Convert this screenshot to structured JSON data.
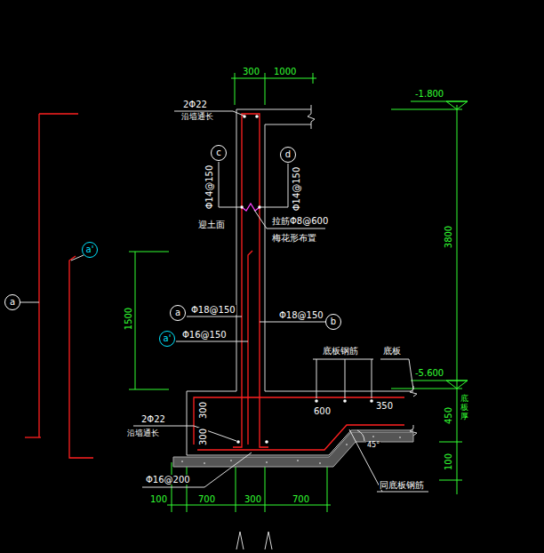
{
  "diagram": {
    "nodes": [
      {
        "text": [
          "c"
        ]
      },
      {
        "text": [
          "d"
        ]
      },
      {
        "text": [
          "a'"
        ]
      },
      {
        "text": [
          "a"
        ]
      },
      {
        "text": [
          "a"
        ]
      },
      {
        "text": [
          "b"
        ]
      },
      {
        "text": [
          "a'"
        ]
      }
    ],
    "labels": [
      "300",
      "1000",
      "2Φ22",
      "沿墙通长",
      "Φ14@150",
      "Φ14@150",
      "拉筋Φ8@600",
      "梅花形布置",
      "迎土面",
      "1500",
      "Φ18@150",
      "Φ16@150",
      "Φ18@150",
      "-1.800",
      "3800",
      "-5.600",
      "底板钢筋",
      "底板",
      "600",
      "350",
      "300",
      "300",
      "2Φ22",
      "沿墙通长",
      "Φ16@200",
      "100",
      "700",
      "300",
      "700",
      "底板厚",
      "450",
      "100",
      "同底板钢筋",
      "45°"
    ]
  }
}
